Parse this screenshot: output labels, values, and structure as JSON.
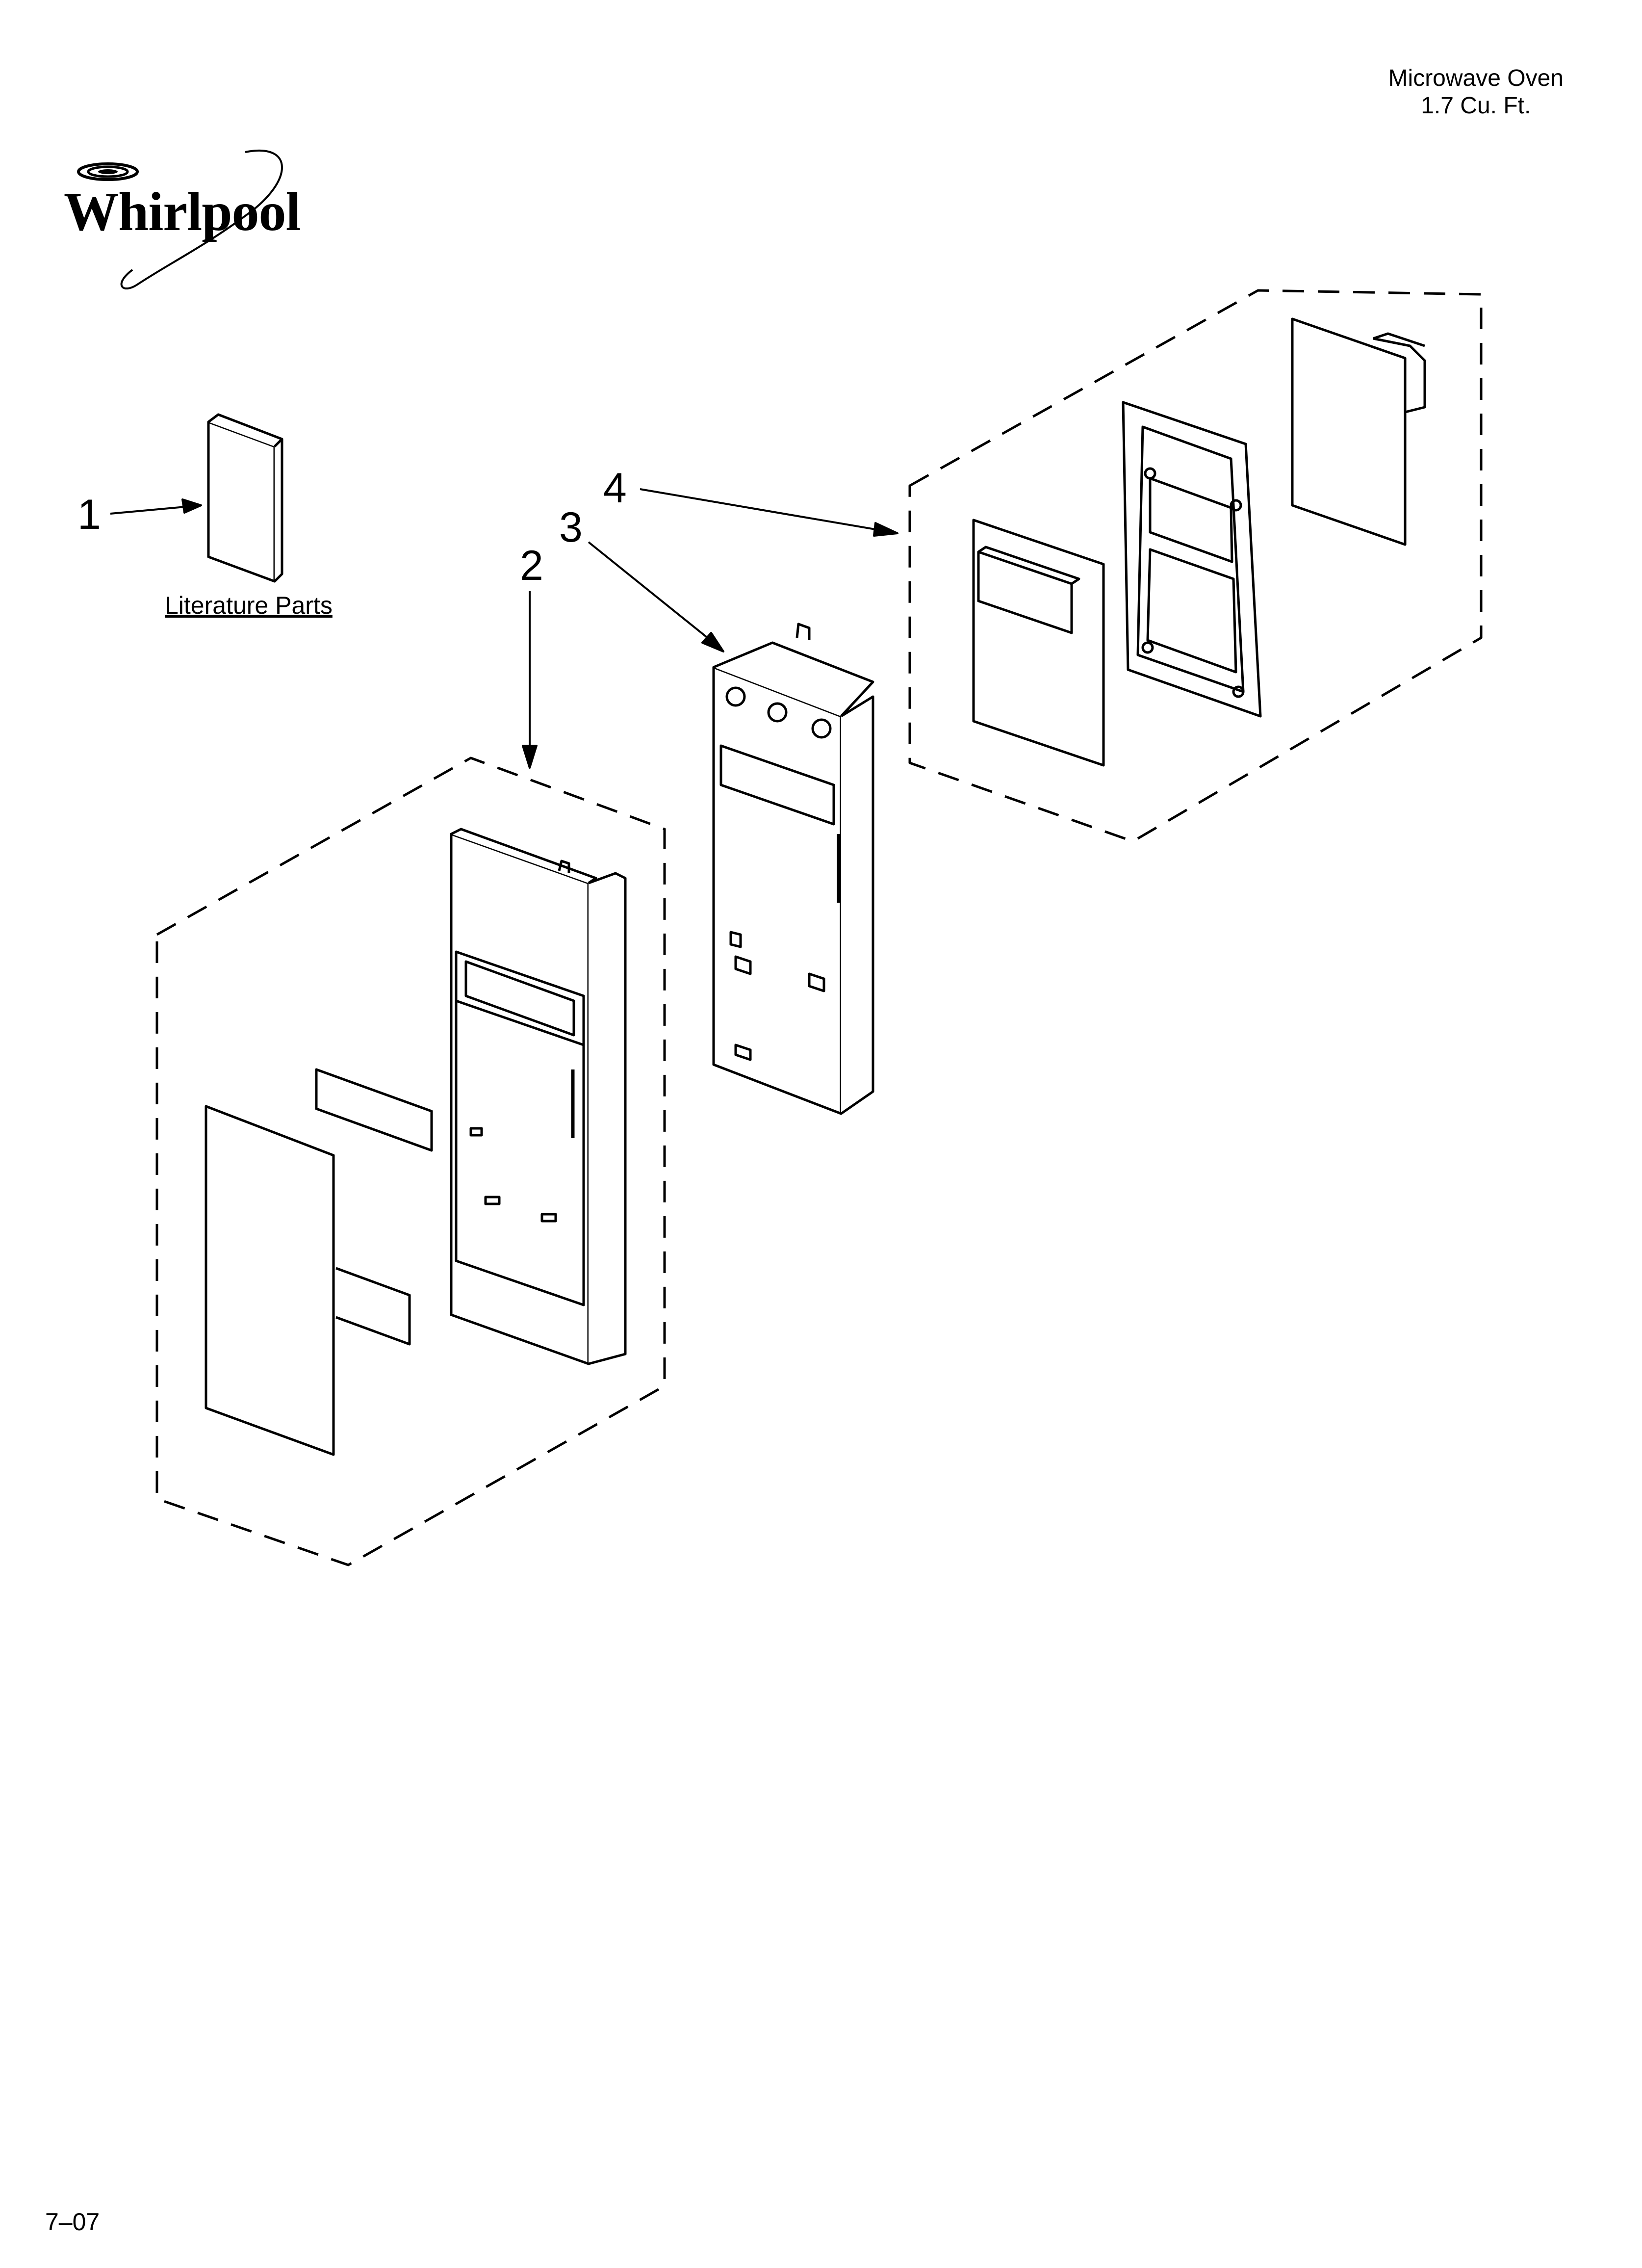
{
  "header": {
    "product_line1": "Microwave Oven",
    "product_line2": "1.7 Cu. Ft."
  },
  "brand": {
    "logo_text": "Whirlpool"
  },
  "callouts": [
    "1",
    "2",
    "3",
    "4"
  ],
  "literature_caption": "Literature Parts",
  "footer_code": "7–07"
}
